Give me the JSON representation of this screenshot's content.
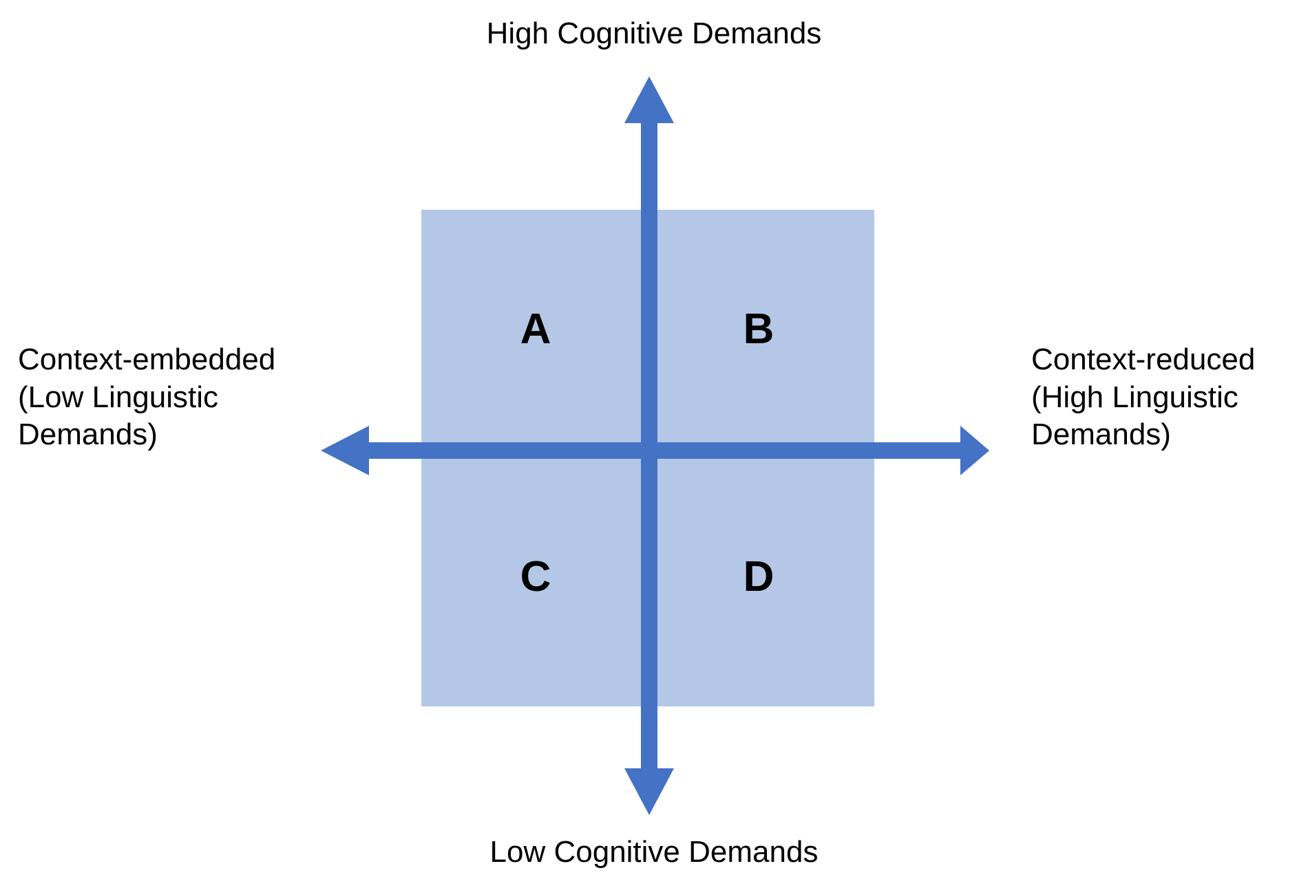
{
  "diagram": {
    "title_top": "High Cognitive Demands",
    "title_bottom": "Low Cognitive Demands",
    "label_left": "Context-embedded\n(Low Linguistic\nDemands)",
    "label_right": "Context-reduced\n(High Linguistic\nDemands)",
    "quadrants": [
      {
        "id": "a",
        "label": "A"
      },
      {
        "id": "b",
        "label": "B"
      },
      {
        "id": "c",
        "label": "C"
      },
      {
        "id": "d",
        "label": "D"
      }
    ],
    "colors": {
      "box_fill": "#b4c7e7",
      "arrow": "#4472c4",
      "text": "#000000",
      "background": "#ffffff"
    },
    "axes": {
      "vertical": "cognitive demands",
      "horizontal": "contextual / linguistic demands"
    }
  }
}
